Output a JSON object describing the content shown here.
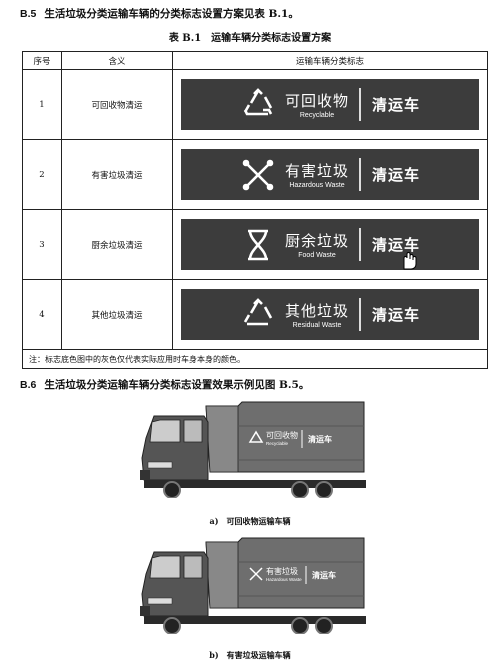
{
  "section_b5": {
    "num": "B.5",
    "text": "生活垃圾分类运输车辆的分类标志设置方案见表 B.1。"
  },
  "table": {
    "caption": "表 B.1　运输车辆分类标志设置方案",
    "headers": [
      "序号",
      "含义",
      "运输车辆分类标志"
    ],
    "rows": [
      {
        "no": "1",
        "meaning": "可回收物清运",
        "zh": "可回收物",
        "en": "Recyclable",
        "right": "清运车",
        "icon": "recycle-icon"
      },
      {
        "no": "2",
        "meaning": "有害垃圾清运",
        "zh": "有害垃圾",
        "en": "Hazardous Waste",
        "right": "清运车",
        "icon": "hazardous-icon"
      },
      {
        "no": "3",
        "meaning": "厨余垃圾清运",
        "zh": "厨余垃圾",
        "en": "Food Waste",
        "right": "清运车",
        "icon": "food-waste-icon"
      },
      {
        "no": "4",
        "meaning": "其他垃圾清运",
        "zh": "其他垃圾",
        "en": "Residual Waste",
        "right": "清运车",
        "icon": "residual-waste-icon"
      }
    ],
    "note": "注：标志底色图中的灰色仅代表实际应用时车身本身的颜色。"
  },
  "section_b6": {
    "num": "B.6",
    "text": "生活垃圾分类运输车辆分类标志设置效果示例见图 B.5。"
  },
  "figures": [
    {
      "caption": "a)　可回收物运输车辆",
      "zh": "可回收物",
      "en": "Recyclable",
      "right": "清运车"
    },
    {
      "caption": "b)　有害垃圾运输车辆",
      "zh": "有害垃圾",
      "en": "Hazardous Waste",
      "right": "清运车"
    }
  ],
  "colors": {
    "sign_bg": "#3c3c3c",
    "truck_body": "#6e6e6e",
    "truck_cab": "#555555"
  }
}
